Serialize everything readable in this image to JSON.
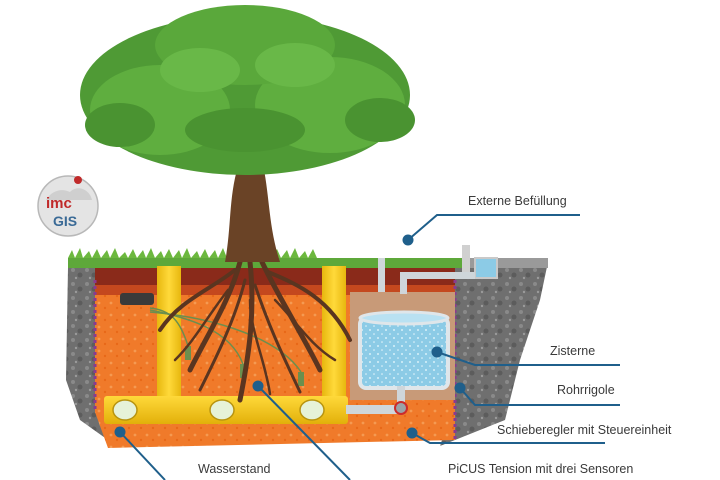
{
  "logo": {
    "line1": "imc",
    "line2": "GIS"
  },
  "labels": {
    "externe_befuellung": "Externe Befüllung",
    "zisterne": "Zisterne",
    "rohrrigole": "Rohrrigole",
    "schieberegler": "Schieberegler mit Steuereinheit",
    "picus": "PiCUS Tension mit drei Sensoren",
    "wasserstand": "Wasserstand"
  },
  "colors": {
    "leader_line": "#1f5f8b",
    "marker": "#1f5f8b",
    "soil": "#f07a2a",
    "pipe": "#f7c81e",
    "cistern_water": "#8ccbe6",
    "grass": "#5ea83a",
    "rock": "#7a7a7a",
    "trunk": "#6a4326",
    "leaves": "#4f9a35"
  }
}
